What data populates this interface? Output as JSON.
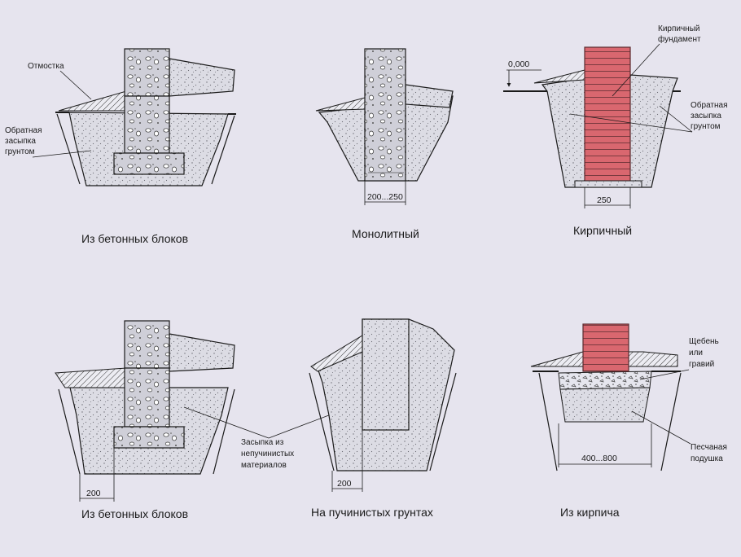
{
  "colors": {
    "background": "#e6e4ee",
    "concrete": "#dcdce4",
    "brick": "#d9676f",
    "line": "#1a1a1a"
  },
  "panels": {
    "p1": {
      "caption": "Из бетонных блоков",
      "ann_otmostka": "Отмостка",
      "ann_backfill": [
        "Обратная",
        "засыпка",
        "грунтом"
      ]
    },
    "p2": {
      "caption": "Монолитный",
      "dim": "200...250"
    },
    "p3": {
      "caption": "Кирпичный",
      "ann_brick": [
        "Кирпичный",
        "фундамент"
      ],
      "ann_backfill": [
        "Обратная",
        "засыпка",
        "грунтом"
      ],
      "level": "0,000",
      "dim": "250"
    },
    "p4": {
      "caption": "Из бетонных блоков",
      "dim": "200"
    },
    "p5": {
      "caption": "На пучинистых грунтах",
      "dim": "200"
    },
    "p6": {
      "caption": "Из кирпича",
      "ann_gravel": [
        "Щебень",
        "или",
        "гравий"
      ],
      "ann_sand": [
        "Песчаная",
        "подушка"
      ],
      "dim": "400...800"
    },
    "shared": {
      "ann_fill": [
        "Засыпка из",
        "непучинистых",
        "материалов"
      ]
    }
  }
}
